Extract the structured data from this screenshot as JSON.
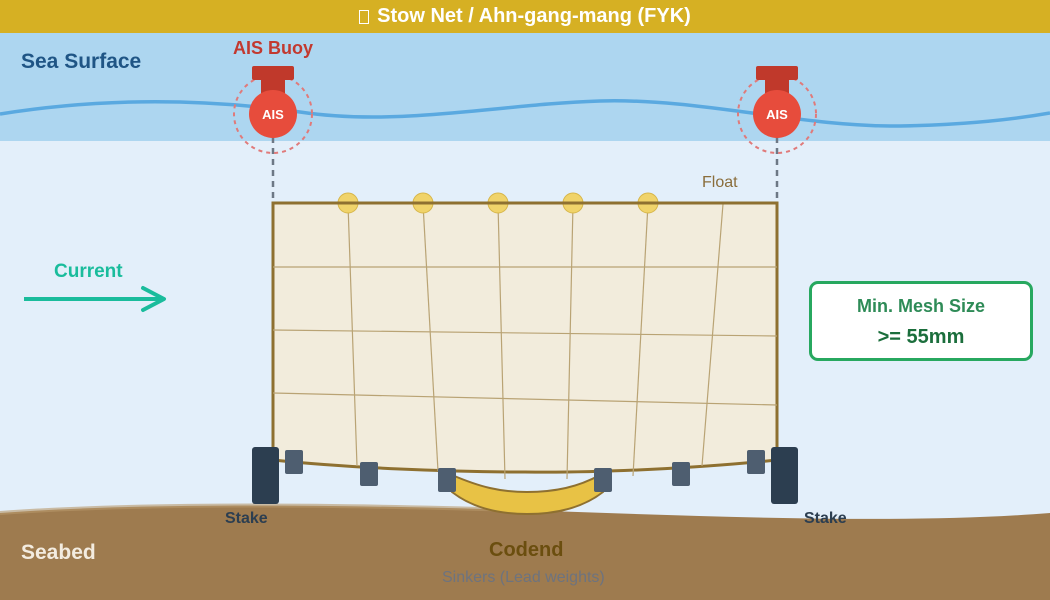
{
  "title": {
    "icon": "title-glyph",
    "text": "Stow Net / Ahn-gang-mang (FYK)"
  },
  "labels": {
    "sea_surface": "Sea Surface",
    "ais_buoy": "AIS Buoy",
    "buoy_text": "AIS",
    "current": "Current",
    "float": "Float",
    "stake": "Stake",
    "seabed": "Seabed",
    "codend": "Codend",
    "sinkers": "Sinkers (Lead weights)"
  },
  "mesh_info": {
    "title": "Min. Mesh Size",
    "value": ">= 55mm"
  },
  "colors": {
    "title_bar": "#d6b023",
    "sea": "#add6f0",
    "water": "#e3effa",
    "seabed": "#9e7b4f",
    "net": "#f2ecdc",
    "buoy": "#e74c3c",
    "current": "#1abc9c",
    "stake": "#2c3e50",
    "codend": "#e8c245"
  },
  "icons": [
    "title-glyph",
    "ais-buoy-icon",
    "current-arrow-icon",
    "float-icon",
    "stake-icon",
    "sinker-icon"
  ]
}
